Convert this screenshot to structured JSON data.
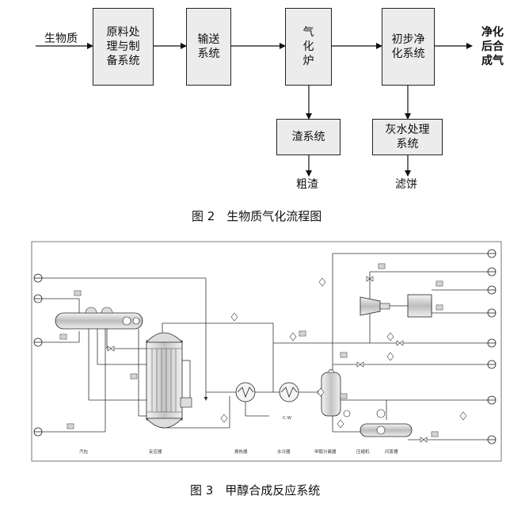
{
  "fig2": {
    "input_label": "生物质",
    "boxes": {
      "raw": "原料处\n理与制\n备系统",
      "convey": "输送\n系统",
      "gasifier": "气\n化\n炉",
      "purify": "初步净\n化系统",
      "slag": "渣系统",
      "ashwater": "灰水处理\n系统"
    },
    "output_label": "净化\n后合\n成气",
    "slag_out": "粗渣",
    "ash_out": "滤饼",
    "caption": "图 2　生物质气化流程图"
  },
  "fig3": {
    "equipment_labels": [
      "汽包",
      "反应器",
      "换热器",
      "水冷器",
      "甲醇分离器",
      "压缩机",
      "闪蒸槽"
    ],
    "cw_label": "C.W",
    "caption": "图 3　甲醇合成反应系统"
  }
}
